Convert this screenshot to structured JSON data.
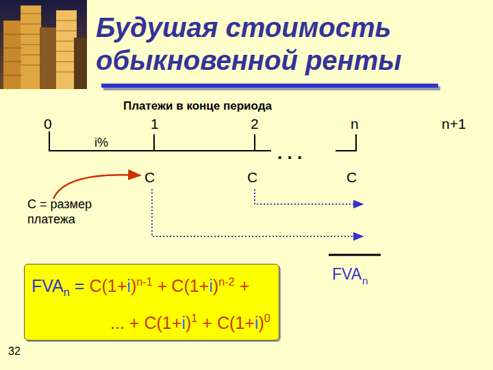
{
  "diagram": {
    "title": "Будушая стоимость обыкновенной ренты",
    "nodes": [
      {
        "text": [
          "FVA",
          "n",
          "=",
          "C",
          "(1+",
          "i",
          ")",
          "n-1",
          "+",
          "C",
          "(1+",
          "i",
          ")",
          "n-2",
          "+",
          "...",
          "+",
          "C",
          "(1+",
          "i",
          ")",
          "1",
          "+",
          "C",
          "(1+",
          "i",
          ")",
          "0"
        ]
      }
    ],
    "labels": [
      "Платежи в конце периода",
      "0",
      "1",
      "2",
      "n",
      "n+1",
      "i%",
      ". . .",
      "C",
      "C",
      "C",
      "C = размер платежа",
      "FVA",
      "n",
      "32"
    ]
  }
}
